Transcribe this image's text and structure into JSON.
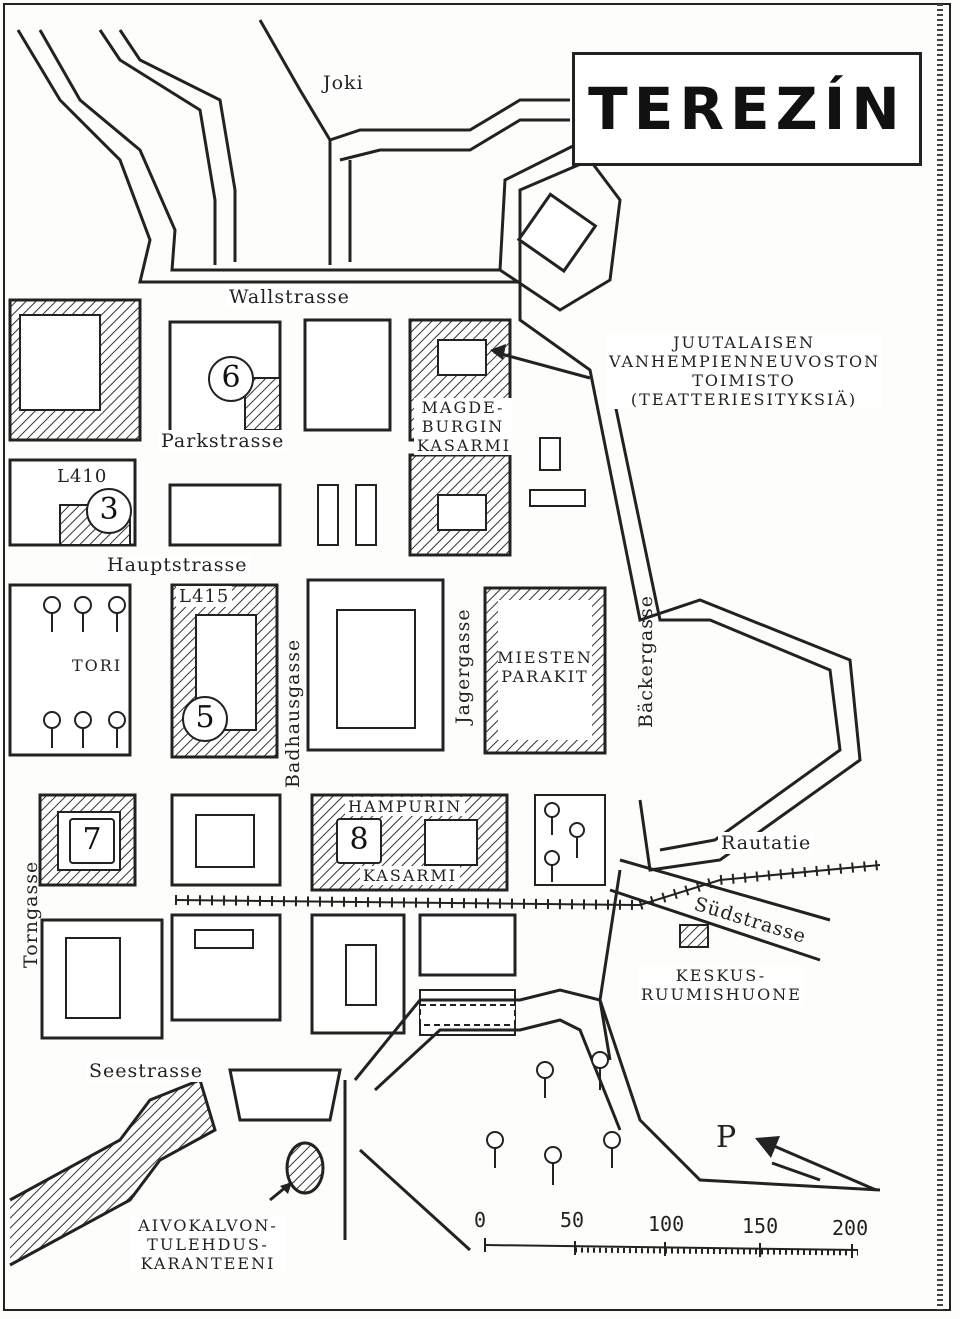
{
  "title": "TEREZÍN",
  "streets": {
    "joki": "Joki",
    "wallstrasse": "Wallstrasse",
    "parkstrasse": "Parkstrasse",
    "hauptstrasse": "Hauptstrasse",
    "badhausgasse": "Badhausgasse",
    "jagergasse": "Jagergasse",
    "backergasse": "Bäckergasse",
    "torngasse": "Torngasse",
    "seestrasse": "Seestrasse",
    "sudstrasse": "Südstrasse",
    "rautatie": "Rautatie"
  },
  "places": {
    "juutalaisen": [
      "JUUTALAISEN",
      "VANHEMPIENNEUVOSTON",
      "TOIMISTO",
      "(TEATTERIESITYKSIÄ)"
    ],
    "magdeburgin": [
      "MAGDE-",
      "BURGIN",
      "KASARMI"
    ],
    "miesten": [
      "MIESTEN",
      "PARAKIT"
    ],
    "hampurin_top": "HAMPURIN",
    "hampurin_bottom": "KASARMI",
    "tori": "TORI",
    "keskus": [
      "KESKUS-",
      "RUUMISHUONE"
    ],
    "aivokalvon": [
      "AIVOKALVON-",
      "TULEHDUS-",
      "KARANTEENI"
    ]
  },
  "tags": {
    "l410": "L410",
    "l415": "L415"
  },
  "markers": [
    "3",
    "5",
    "6",
    "7",
    "8"
  ],
  "north": "P",
  "scale": [
    "0",
    "50",
    "100",
    "150",
    "200"
  ]
}
